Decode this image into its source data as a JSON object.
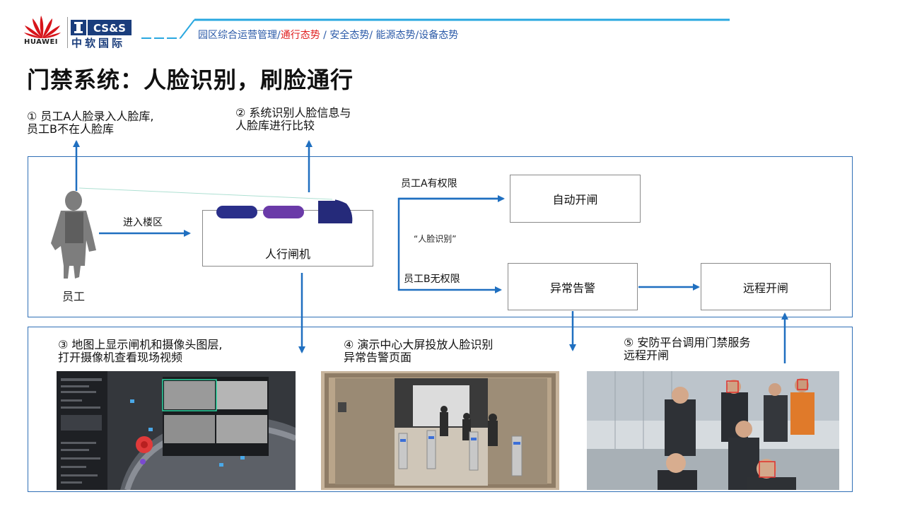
{
  "header": {
    "brand_left": "HUAWEI",
    "brand_right_top": "CS&S",
    "brand_right_bottom": "中软国际",
    "nav": [
      {
        "label": "园区综合运营管理/",
        "active": false
      },
      {
        "label": "通行态势",
        "active": true
      },
      {
        "label": " / 安全态势/",
        "active": false
      },
      {
        "label": " 能源态势/",
        "active": false
      },
      {
        "label": "设备态势",
        "active": false
      }
    ]
  },
  "title": "门禁系统：人脸识别，刷脸通行",
  "steps": {
    "s1_line1": "① 员工A人脸录入人脸库,",
    "s1_line2": "员工B不在人脸库",
    "s2_line1": "② 系统识别人脸信息与",
    "s2_line2": "人脸库进行比较",
    "s3_line1": "③ 地图上显示闸机和摄像头图层,",
    "s3_line2": "打开摄像机查看现场视频",
    "s4_line1": "④ 演示中心大屏投放人脸识别",
    "s4_line2": "异常告警页面",
    "s5_line1": "⑤ 安防平台调用门禁服务",
    "s5_line2": "远程开闸"
  },
  "flow": {
    "employee_label": "员工",
    "enter_label": "进入楼区",
    "gate_label": "人行闸机",
    "face_label": "“人脸识别”",
    "a_auth": "员工A有权限",
    "b_noauth": "员工B无权限",
    "auto_open": "自动开闸",
    "alarm": "异常告警",
    "remote_open": "远程开闸"
  },
  "colors": {
    "accent": "#2f6fb6",
    "arrow": "#1f6fc0",
    "nav_active": "#e02020",
    "gate_blue": "#2a2f8a",
    "gate_purple": "#6a3aa8"
  }
}
